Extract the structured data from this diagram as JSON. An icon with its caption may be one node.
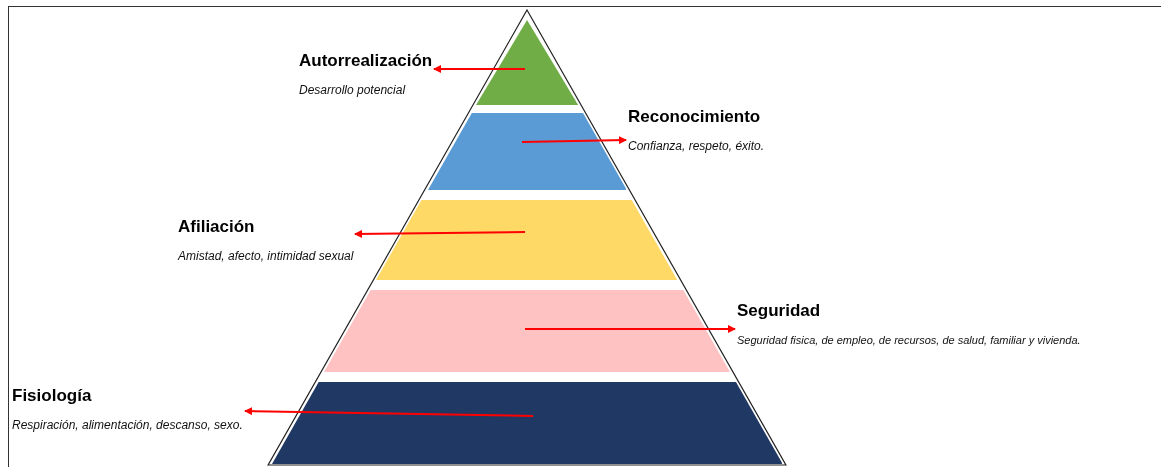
{
  "diagram": {
    "nodes": [
      {
        "text": [
          "Autorrealización",
          "Desarrollo potencial"
        ]
      },
      {
        "text": [],
        "shape": "triangle"
      },
      {
        "text": [
          "Reconocimiento",
          "Confianza, respeto, éxito."
        ]
      },
      {
        "text": [],
        "shape": "trapezoid"
      },
      {
        "text": [
          "Afiliación",
          "Amistad, afecto, intimidad sexual"
        ]
      },
      {
        "text": [],
        "shape": "trapezoid"
      },
      {
        "text": [
          "Seguridad",
          "Seguridad fisica, de empleo, de recursos, de salud, familiar y vivienda."
        ]
      },
      {
        "text": [],
        "shape": "trapezoid"
      },
      {
        "text": [
          "Fisiología",
          "Respiración, alimentación, descanso, sexo."
        ]
      },
      {
        "text": [],
        "shape": "trapezoid"
      }
    ],
    "edges": [
      {
        "from": 1,
        "to": 0,
        "arrow": "to"
      },
      {
        "from": 3,
        "to": 2,
        "arrow": "to"
      },
      {
        "from": 5,
        "to": 4,
        "arrow": "to"
      },
      {
        "from": 7,
        "to": 6,
        "arrow": "to"
      },
      {
        "from": 9,
        "to": 8,
        "arrow": "to"
      }
    ]
  }
}
